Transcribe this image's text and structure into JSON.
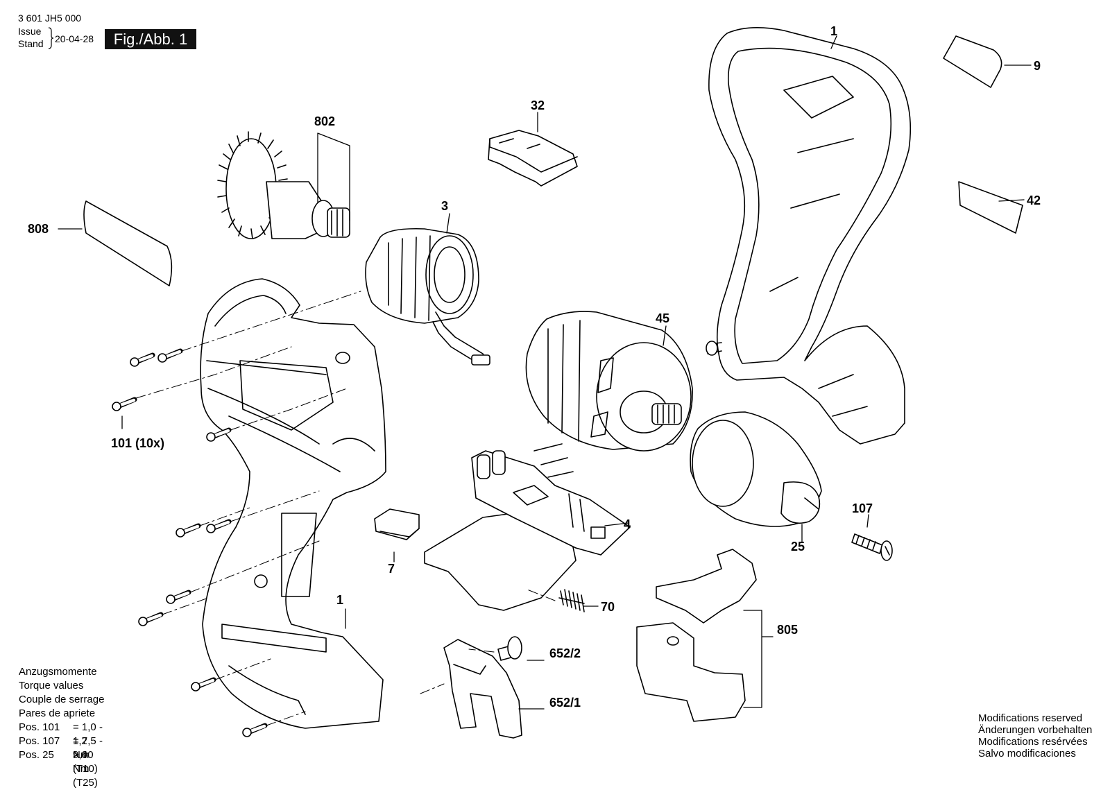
{
  "header": {
    "doc_number": "3 601 JH5 000",
    "issue_label": "Issue",
    "stand_label": "Stand",
    "issue_date": "20-04-28",
    "figure_label": "Fig./Abb. 1"
  },
  "callouts": {
    "p1_top": "1",
    "p9": "9",
    "p42": "42",
    "p32": "32",
    "p802": "802",
    "p808": "808",
    "p3": "3",
    "p45": "45",
    "p101": "101 (10x)",
    "p107": "107",
    "p25": "25",
    "p4": "4",
    "p7": "7",
    "p70": "70",
    "p1_bottom": "1",
    "p805": "805",
    "p652_2": "652/2",
    "p652_1": "652/1"
  },
  "torque": {
    "titles": [
      "Anzugsmomente",
      "Torque values",
      "Couple de serrage",
      "Pares de apriete"
    ],
    "rows": [
      {
        "pos": "Pos. 101",
        "value": "= 1,0 - 1,2 Nm (T10)"
      },
      {
        "pos": "Pos. 107",
        "value": "= 7,5 - 9,0 Nm (T25)"
      },
      {
        "pos": "Pos. 25",
        "value": "> 40 Nm"
      }
    ]
  },
  "reserved": [
    "Modifications reserved",
    "Änderungen vorbehalten",
    "Modifications resérvées",
    "Salvo modificaciones"
  ],
  "colors": {
    "ink": "#000000",
    "fill": "#ffffff",
    "label_box": "#111111"
  }
}
